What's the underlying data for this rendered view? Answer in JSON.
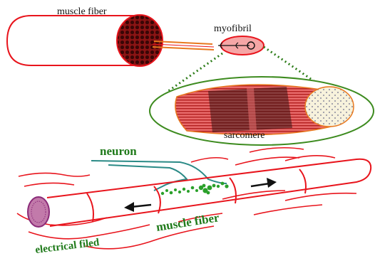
{
  "labels": {
    "muscle_fiber_top": "muscle fiber",
    "myofibril": "myofibril",
    "sarcomere": "sarcomere",
    "neuron": "neuron",
    "muscle_fiber_bottom": "muscle fiber",
    "electrical_field": "electrical filed"
  },
  "colors": {
    "fiber_outline": "#e8141c",
    "myofibril_fill": "#f5a6a6",
    "bundle_dark": "#7a1010",
    "strand_orange": "#e8781e",
    "dotted_green": "#2e7d1a",
    "ellipse_green": "#3d8b1f",
    "sarcomere_red": "#e24a4a",
    "sarcomere_dark": "#2a1010",
    "section_fill": "#f6f0d8",
    "neuron_teal": "#2a8a86",
    "terminal_green": "#2aa02a",
    "label_green": "#1f7a1a",
    "end_purple": "#8a2a78",
    "arrow_black": "#111111"
  }
}
